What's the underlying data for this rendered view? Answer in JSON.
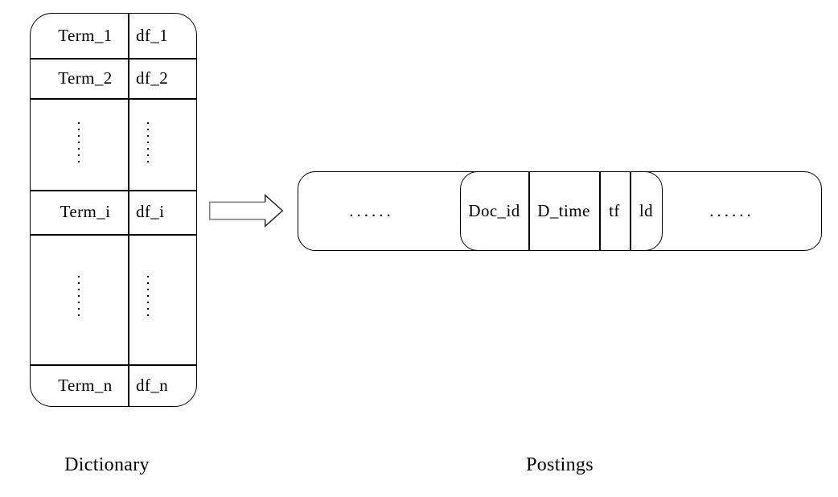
{
  "canvas": {
    "background": "#ffffff",
    "line_color": "#000000",
    "arrow_shaft_color": "#828282",
    "arrow_head_color": "#1f1f1f"
  },
  "dictionary": {
    "label": "Dictionary",
    "columns": [
      "term",
      "document-frequency"
    ],
    "rows": [
      {
        "type": "entry",
        "term": "Term_1",
        "df": "df_1"
      },
      {
        "type": "entry",
        "term": "Term_2",
        "df": "df_2"
      },
      {
        "type": "vertical-ellipsis"
      },
      {
        "type": "entry",
        "term": "Term_i",
        "df": "df_i"
      },
      {
        "type": "vertical-ellipsis"
      },
      {
        "type": "entry",
        "term": "Term_n",
        "df": "df_n"
      }
    ]
  },
  "postings": {
    "label": "Postings",
    "leading_ellipsis": "......",
    "entry_fields": [
      "Doc_id",
      "D_time",
      "tf",
      "ld"
    ],
    "trailing_ellipsis": "......"
  }
}
